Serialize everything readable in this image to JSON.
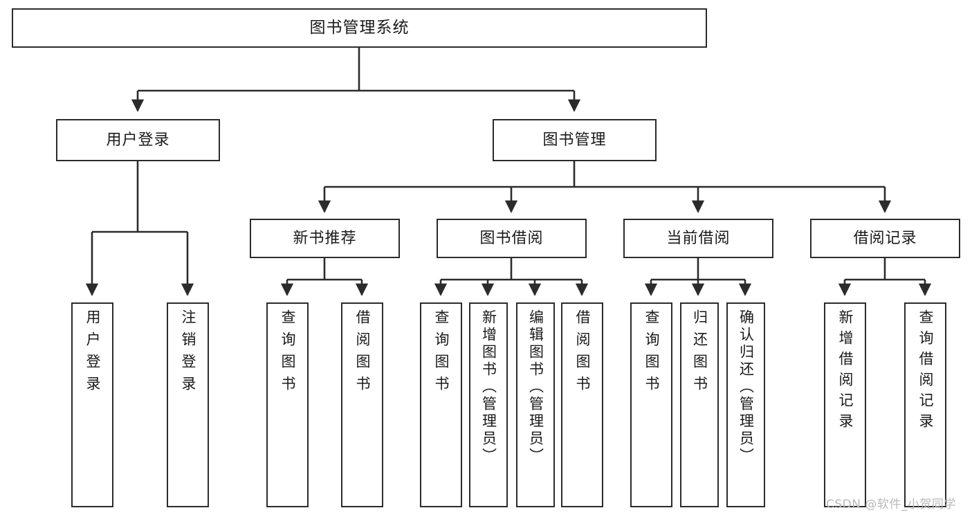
{
  "diagram": {
    "title": "图书管理系统",
    "type": "hierarchy-tree",
    "levels": 4,
    "root": {
      "id": "root",
      "label": "图书管理系统"
    },
    "level1": [
      {
        "id": "user-login",
        "label": "用户登录"
      },
      {
        "id": "book-manage",
        "label": "图书管理"
      }
    ],
    "level2": [
      {
        "id": "new-book-recommend",
        "label": "新书推荐",
        "parent": "book-manage"
      },
      {
        "id": "book-borrow",
        "label": "图书借阅",
        "parent": "book-manage"
      },
      {
        "id": "current-borrow",
        "label": "当前借阅",
        "parent": "book-manage"
      },
      {
        "id": "borrow-record",
        "label": "借阅记录",
        "parent": "book-manage"
      }
    ],
    "leaves": [
      {
        "id": "leaf-user-login",
        "label": "用户登录",
        "parent": "user-login"
      },
      {
        "id": "leaf-logout",
        "label": "注销登录",
        "parent": "user-login"
      },
      {
        "id": "leaf-query-book-1",
        "label": "查询图书",
        "parent": "new-book-recommend"
      },
      {
        "id": "leaf-borrow-book-1",
        "label": "借阅图书",
        "parent": "new-book-recommend"
      },
      {
        "id": "leaf-query-book-2",
        "label": "查询图书",
        "parent": "book-borrow"
      },
      {
        "id": "leaf-add-book",
        "label": "新增图书（管理员）",
        "parent": "book-borrow"
      },
      {
        "id": "leaf-edit-book",
        "label": "编辑图书（管理员）",
        "parent": "book-borrow"
      },
      {
        "id": "leaf-borrow-book-2",
        "label": "借阅图书",
        "parent": "book-borrow"
      },
      {
        "id": "leaf-query-book-3",
        "label": "查询图书",
        "parent": "current-borrow"
      },
      {
        "id": "leaf-return-book",
        "label": "归还图书",
        "parent": "current-borrow"
      },
      {
        "id": "leaf-confirm-return",
        "label": "确认归还（管理员）",
        "parent": "current-borrow"
      },
      {
        "id": "leaf-add-record",
        "label": "新增借阅记录",
        "parent": "borrow-record"
      },
      {
        "id": "leaf-query-record",
        "label": "查询借阅记录",
        "parent": "borrow-record"
      }
    ]
  },
  "watermark": {
    "text": "CSDN @软件_小贺同学"
  },
  "colors": {
    "stroke": "#2b2b2b",
    "fill": "#ffffff",
    "text": "#1a1a1a",
    "watermark": "#b9b9b9"
  }
}
